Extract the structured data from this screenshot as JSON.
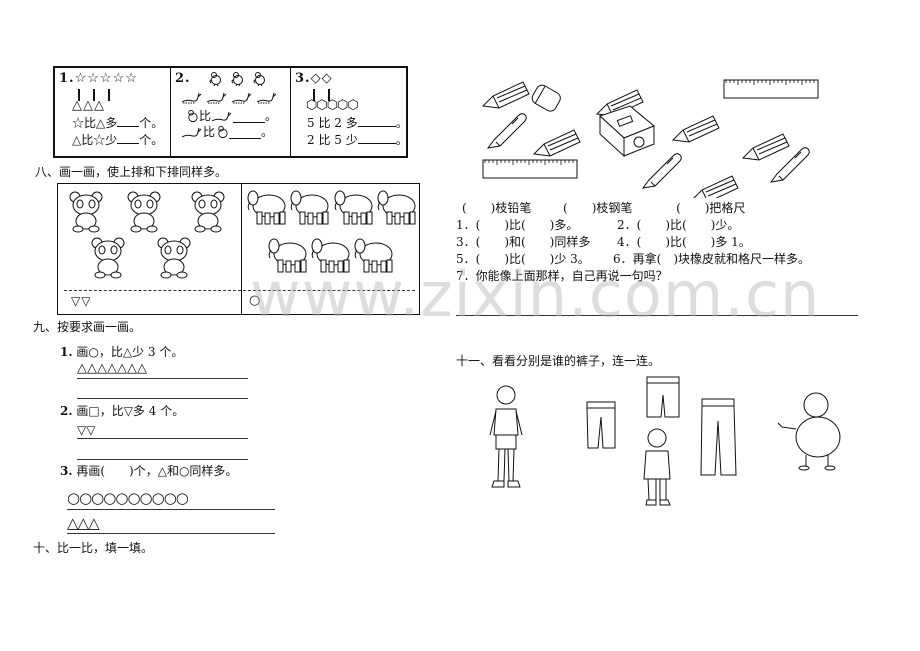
{
  "top_table": {
    "box1": {
      "number": "1.",
      "top_row": "☆☆☆☆☆",
      "bottom_row": "△△△",
      "line1_a": "☆比△多",
      "line1_b": "个。",
      "line2_a": "△比☆少",
      "line2_b": "个。"
    },
    "box2": {
      "number": "2.",
      "line1_mid": "比",
      "line1_end": "。",
      "line2_mid": "比",
      "line2_end": "。"
    },
    "box3": {
      "number": "3.",
      "top_row": "◇◇",
      "bottom_row": "⬡⬡⬡⬡⬡",
      "line1": "5 比 2 多",
      "line1_end": "。",
      "line2": "2 比 5 少",
      "line2_end": "。"
    }
  },
  "section8": {
    "title": "八、画一画，使上排和下排同样多。",
    "left_answer_symbols": "▽▽",
    "right_answer_symbols": "○",
    "panda_count": 5,
    "elephant_count": 7
  },
  "section9": {
    "title": "九、按要求画一画。",
    "q1": {
      "number": "1.",
      "text": "画○，比△少 3 个。",
      "given": "△△△△△△△"
    },
    "q2": {
      "number": "2.",
      "text": "画□，比▽多 4 个。",
      "given": "▽▽"
    },
    "q3": {
      "number": "3.",
      "text": "再画(　　)个，△和○同样多。",
      "row1": "○○○○○○○○○○",
      "row2": "△△△"
    }
  },
  "section10": {
    "title": "十、比一比，填一填。"
  },
  "supplies": {
    "fill_line": {
      "pencils": "(　　)枝铅笔",
      "pens": "(　　)枝钢笔",
      "rulers": "(　　)把格尺"
    },
    "questions": [
      "1．(　　)比(　　)多。",
      "2．(　　)比(　　)少。",
      "3．(　　)和(　　)同样多",
      "4．(　　)比(　　)多 1。",
      "5．(　　)比(　　)少 3。",
      "6．再拿(　)块橡皮就和格尺一样多。",
      "7．你能像上面那样，自己再说一句吗？"
    ]
  },
  "section11": {
    "title": "十一、看看分别是谁的裤子，连一连。"
  },
  "watermark": "www.zixin.com.cn"
}
